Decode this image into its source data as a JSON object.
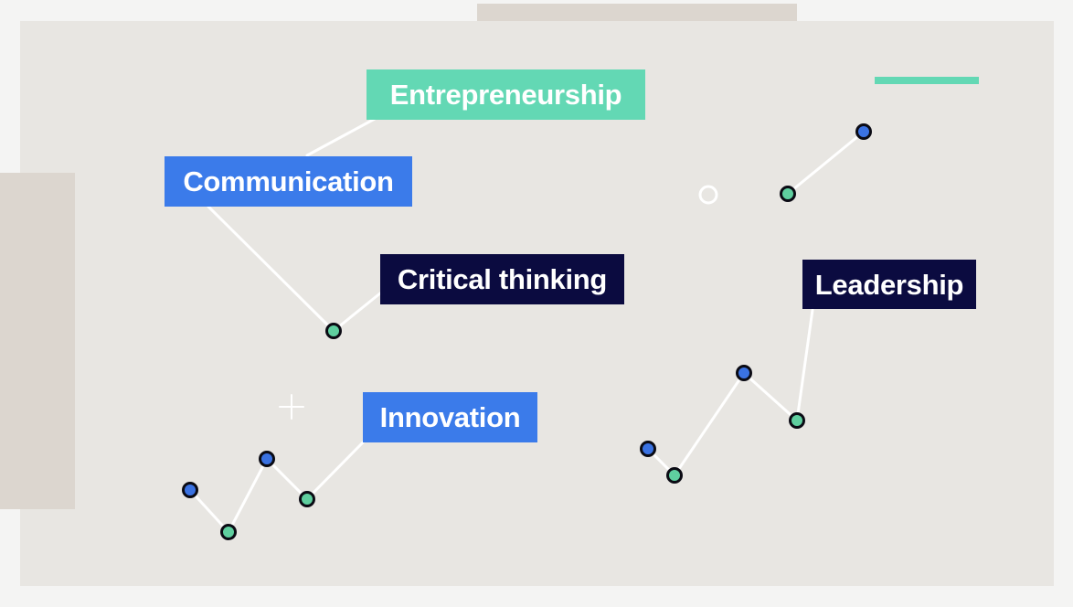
{
  "labels": {
    "entrepreneurship": "Entrepreneurship",
    "communication": "Communication",
    "critical_thinking": "Critical thinking",
    "leadership": "Leadership",
    "innovation": "Innovation"
  },
  "colors": {
    "background": "#e8e6e2",
    "outer": "#f4f4f3",
    "teal": "#63d8b4",
    "blue": "#3b7bea",
    "navy": "#0b0b40",
    "dot_blue": "#3a72e2",
    "dot_green": "#5fcf9f",
    "line": "#ffffff",
    "deco_block": "#dcd6cf"
  }
}
